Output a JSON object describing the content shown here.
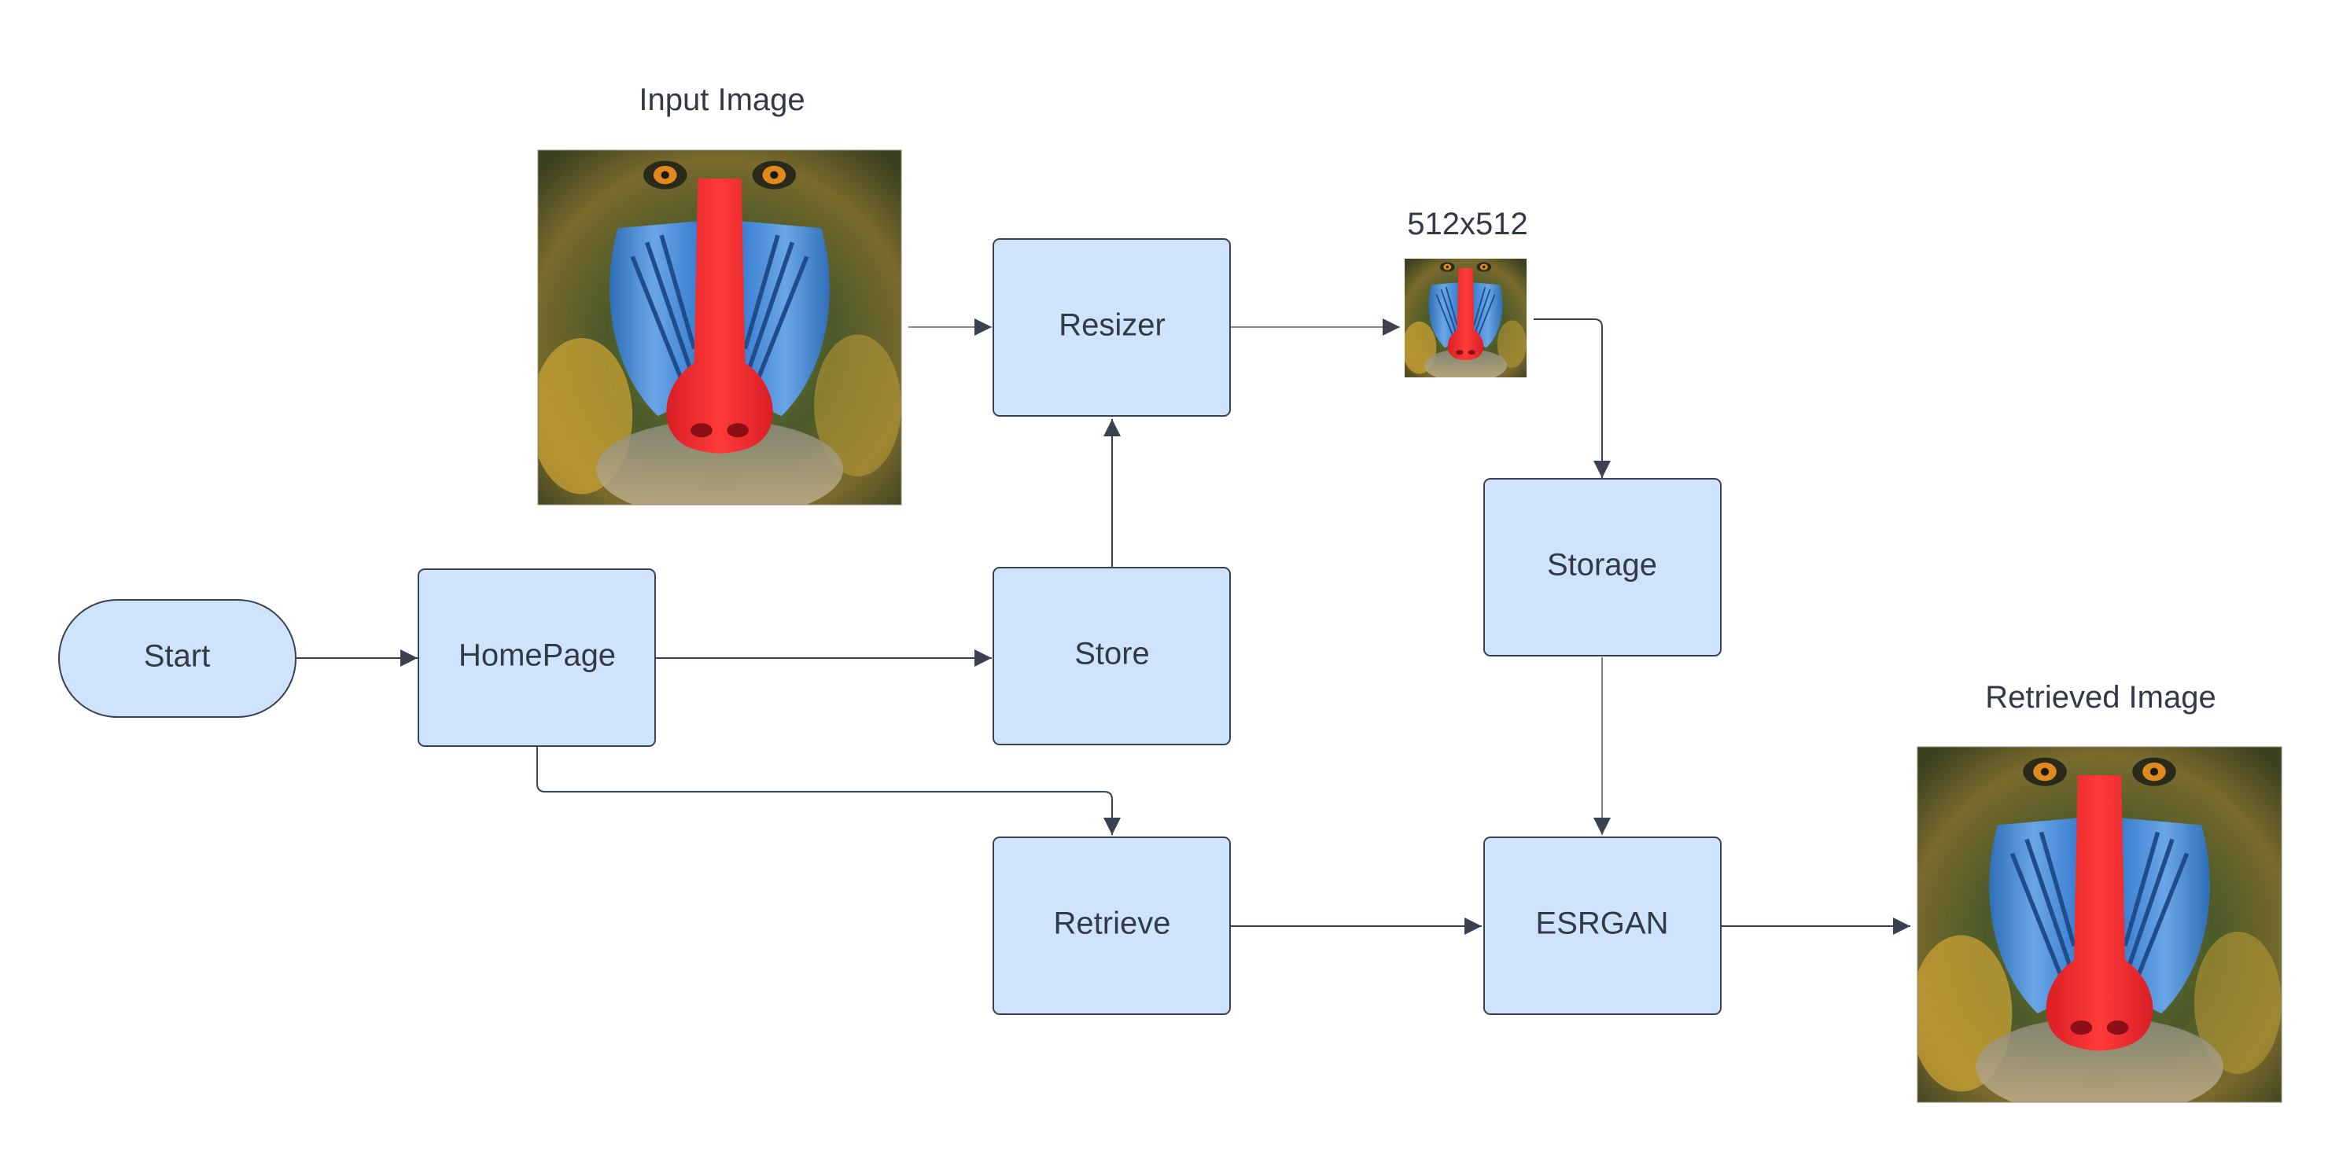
{
  "nodes": {
    "start": "Start",
    "homepage": "HomePage",
    "store": "Store",
    "resizer": "Resizer",
    "storage": "Storage",
    "retrieve": "Retrieve",
    "esrgan": "ESRGAN"
  },
  "captions": {
    "input_image": "Input Image",
    "resized_image": "512x512",
    "retrieved_image": "Retrieved Image"
  },
  "colors": {
    "node_fill": "#cfe4fc",
    "node_stroke": "#3a4150",
    "text": "#333a45",
    "background": "#ffffff"
  }
}
